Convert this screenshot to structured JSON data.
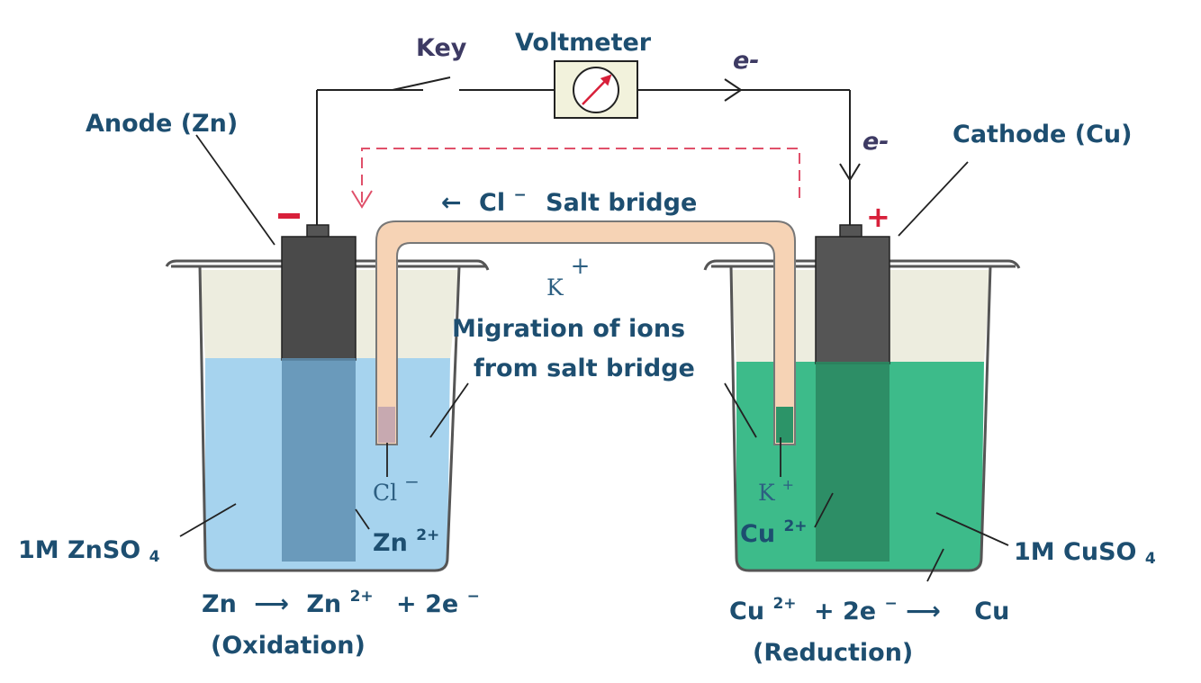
{
  "labels": {
    "key": "Key",
    "voltmeter": "Voltmeter",
    "electron_top": "e-",
    "electron_right": "e-",
    "anode": "Anode (Zn)",
    "cathode": "Cathode (Cu)",
    "anode_sign": "−",
    "cathode_sign": "+",
    "salt_bridge_arrow": "←",
    "salt_bridge_ion": "Cl",
    "salt_bridge_ion_charge": "−",
    "salt_bridge_text": "Salt bridge",
    "k_top": "K",
    "k_top_charge": "+",
    "migration_line1": "Migration of ions",
    "migration_line2": "from salt bridge",
    "cl_ion": "Cl",
    "cl_ion_charge": "−",
    "k_ion": "K",
    "k_ion_charge": "+",
    "zn_ion": "Zn",
    "zn_ion_charge": "2+",
    "cu_ion": "Cu",
    "cu_ion_charge": "2+",
    "left_solution_prefix": "1M ZnSO",
    "left_solution_sub": "4",
    "right_solution_prefix": "1M CuSO",
    "right_solution_sub": "4",
    "oxidation_eq_zn": "Zn",
    "oxidation_eq_arrow": "⟶",
    "oxidation_eq_ion": "Zn",
    "oxidation_eq_ion_charge": "2+",
    "oxidation_eq_electrons": "+ 2e",
    "oxidation_eq_electrons_charge": "−",
    "oxidation": "(Oxidation)",
    "reduction_eq_ion": "Cu",
    "reduction_eq_ion_charge": "2+",
    "reduction_eq_electrons": "+ 2e",
    "reduction_eq_electrons_charge": "−",
    "reduction_eq_arrow": "⟶",
    "reduction_eq_product": "Cu",
    "reduction": "(Reduction)"
  },
  "colors": {
    "wire": "#222222",
    "zinc_solution": "#a6d3ee",
    "copper_solution": "#3dbb8a",
    "beaker_air": "#ededdf",
    "salt_bridge": "#f6d3b5",
    "electrode": "#4a4a4a",
    "label_blue": "#1d4e70",
    "label_purple": "#3d3a63",
    "sign_red": "#d8203a",
    "ion_flow_dash": "#e0506a"
  }
}
